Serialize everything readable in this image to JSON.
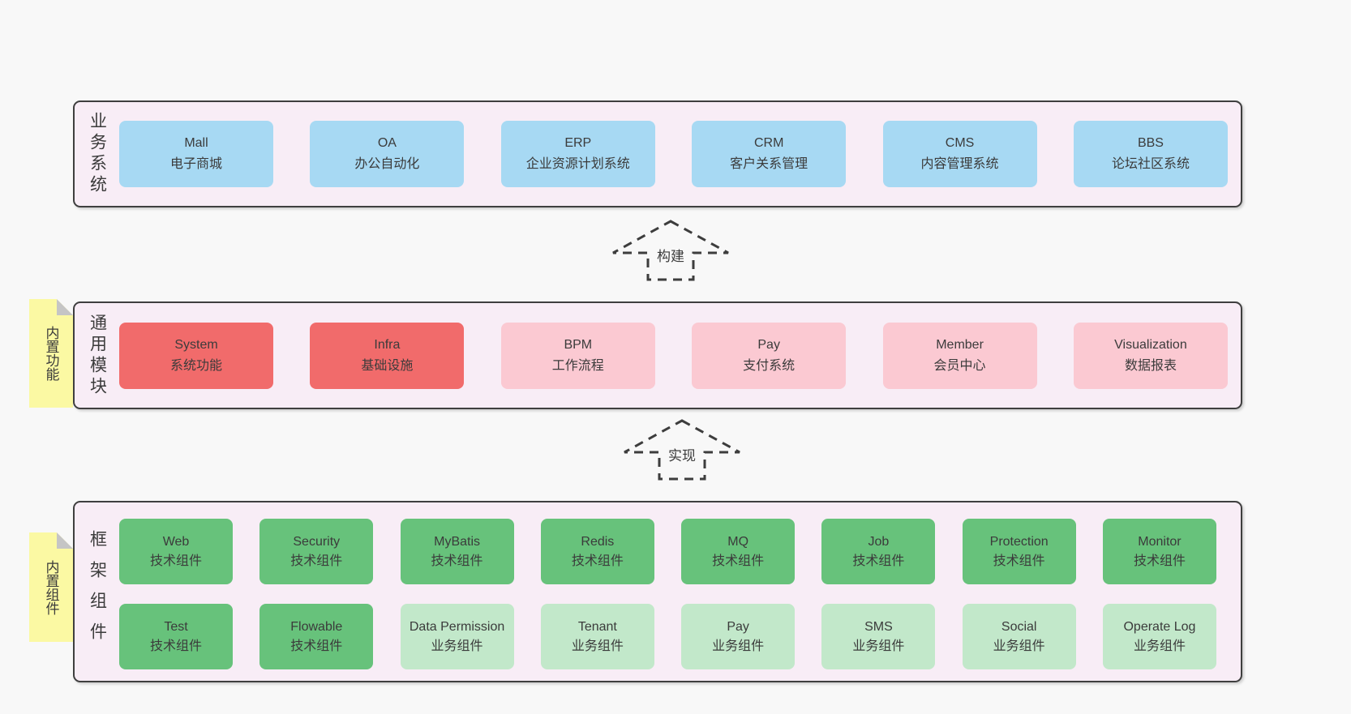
{
  "colors": {
    "page_bg": "#f8f8f8",
    "band_bg": "#f8edf6",
    "band_border": "#3f3f3f",
    "blue": "#a7d9f3",
    "red": "#f16b6b",
    "pink": "#fbc9d2",
    "green": "#67c27b",
    "green_light": "#c2e8ca",
    "sticky": "#fbf9a3",
    "sticky_fold": "#c5c5c5",
    "text": "#3b3b3b"
  },
  "arrows": [
    {
      "label": "构建"
    },
    {
      "label": "实现"
    }
  ],
  "bands": [
    {
      "label": "业务系统",
      "boxes": [
        {
          "name": "Mall",
          "desc": "电子商城"
        },
        {
          "name": "OA",
          "desc": "办公自动化"
        },
        {
          "name": "ERP",
          "desc": "企业资源计划系统"
        },
        {
          "name": "CRM",
          "desc": "客户关系管理"
        },
        {
          "name": "CMS",
          "desc": "内容管理系统"
        },
        {
          "name": "BBS",
          "desc": "论坛社区系统"
        }
      ]
    },
    {
      "label": "通用模块",
      "sticky": "内置功能",
      "boxes": [
        {
          "name": "System",
          "desc": "系统功能"
        },
        {
          "name": "Infra",
          "desc": "基础设施"
        },
        {
          "name": "BPM",
          "desc": "工作流程"
        },
        {
          "name": "Pay",
          "desc": "支付系统"
        },
        {
          "name": "Member",
          "desc": "会员中心"
        },
        {
          "name": "Visualization",
          "desc": "数据报表"
        }
      ]
    },
    {
      "label": "框架组件",
      "sticky": "内置组件",
      "row1": [
        {
          "name": "Web",
          "desc": "技术组件"
        },
        {
          "name": "Security",
          "desc": "技术组件"
        },
        {
          "name": "MyBatis",
          "desc": "技术组件"
        },
        {
          "name": "Redis",
          "desc": "技术组件"
        },
        {
          "name": "MQ",
          "desc": "技术组件"
        },
        {
          "name": "Job",
          "desc": "技术组件"
        },
        {
          "name": "Protection",
          "desc": "技术组件"
        },
        {
          "name": "Monitor",
          "desc": "技术组件"
        }
      ],
      "row2": [
        {
          "name": "Test",
          "desc": "技术组件"
        },
        {
          "name": "Flowable",
          "desc": "技术组件"
        },
        {
          "name": "Data Permission",
          "desc": "业务组件"
        },
        {
          "name": "Tenant",
          "desc": "业务组件"
        },
        {
          "name": "Pay",
          "desc": "业务组件"
        },
        {
          "name": "SMS",
          "desc": "业务组件"
        },
        {
          "name": "Social",
          "desc": "业务组件"
        },
        {
          "name": "Operate Log",
          "desc": "业务组件"
        }
      ]
    }
  ]
}
